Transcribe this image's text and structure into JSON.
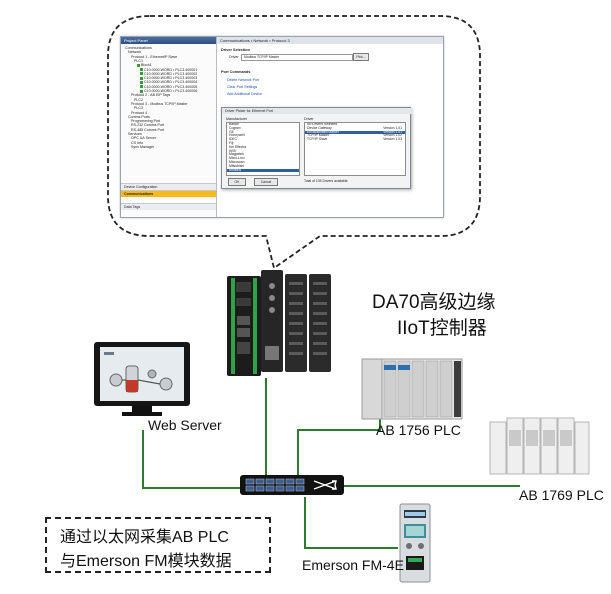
{
  "title": {
    "line1": "DA70高级边缘",
    "line2": "IIoT控制器"
  },
  "devices": {
    "web_server": "Web Server",
    "ab_1756": "AB 1756 PLC",
    "ab_1769": "AB 1769 PLC",
    "emerson": "Emerson FM-4E"
  },
  "note": {
    "line1": "通过以太网采集AB PLC",
    "line2": "与Emerson FM模块数据"
  },
  "screenshot": {
    "tree_header": "Project Panel",
    "tree_items": [
      "Communications",
      "Network",
      "Protocol 1 - EthernetIP Slave",
      "PLC1",
      "Block1",
      "C10.0000.WORD • PLC3.400001",
      "C10.0000.WORD • PLC3.400002",
      "C10.0000.WORD • PLC3.400003",
      "C10.0000.WORD • PLC3.400004",
      "C10.0000.WORD • PLC3.400005",
      "C10.0000.WORD • PLC3.400006",
      "Protocol 2 - AB EIP Tags",
      "PLC2",
      "Protocol 3 - Modbus TCP/IP Master",
      "PLC3",
      "Protocol 4",
      "Comms Ports",
      "Programming Port",
      "RS-232 Comms Port",
      "RS-485 Comms Port",
      "Services",
      "OPC UA Server",
      "CS Info",
      "Sync Manager"
    ],
    "nav_items": [
      "Device Configuration",
      "Communications",
      "Data Tags"
    ],
    "right_header": "Communications • Network • Protocol 3",
    "driver_section": "Driver Selection",
    "driver_label": "Driver",
    "driver_value": "Modbus TCP/IP Master",
    "pick_button": "Pick...",
    "port_section": "Port Commands",
    "port_links": [
      "Delete Network Port",
      "Clear Port Settings",
      "Add Additional Device"
    ],
    "dialog_title": "Driver Picker for Ethernet Port",
    "manufacturer_header": "Manufacturer",
    "manufacturers": [
      "Baldor",
      "Cognex",
      "GE",
      "Honeywell",
      "IDEC",
      "Fiji",
      "Kei Effector",
      "KEB",
      "Magpetek",
      "Micro-Linx",
      "Microscan",
      "Mitsubishi",
      "Modbus"
    ],
    "driver_header": "Driver",
    "drivers": [
      {
        "name": "No Drivers Selected",
        "version": ""
      },
      {
        "name": "Device Gateway",
        "version": "Version 1.01"
      },
      {
        "name": "Encapsulated Master",
        "version": "Version 1.01"
      },
      {
        "name": "TCP/IP Master",
        "version": "Version 1.02"
      },
      {
        "name": "TCP/IP Slave",
        "version": "Version 1.03"
      }
    ],
    "ok_button": "OK",
    "cancel_button": "Cancel",
    "total_text": "Total of 105 Drivers available."
  }
}
